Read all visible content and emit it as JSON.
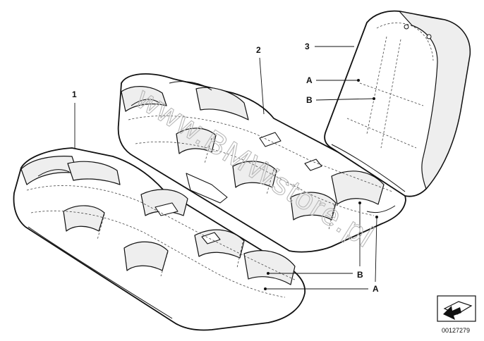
{
  "diagram": {
    "callouts": {
      "part_1": "1",
      "part_2": "2",
      "part_3": "3",
      "backrest_A": "A",
      "backrest_B": "B",
      "front_B": "B",
      "front_A": "A"
    },
    "watermark": "www.BMWstore.pl",
    "part_id": "00127279"
  }
}
